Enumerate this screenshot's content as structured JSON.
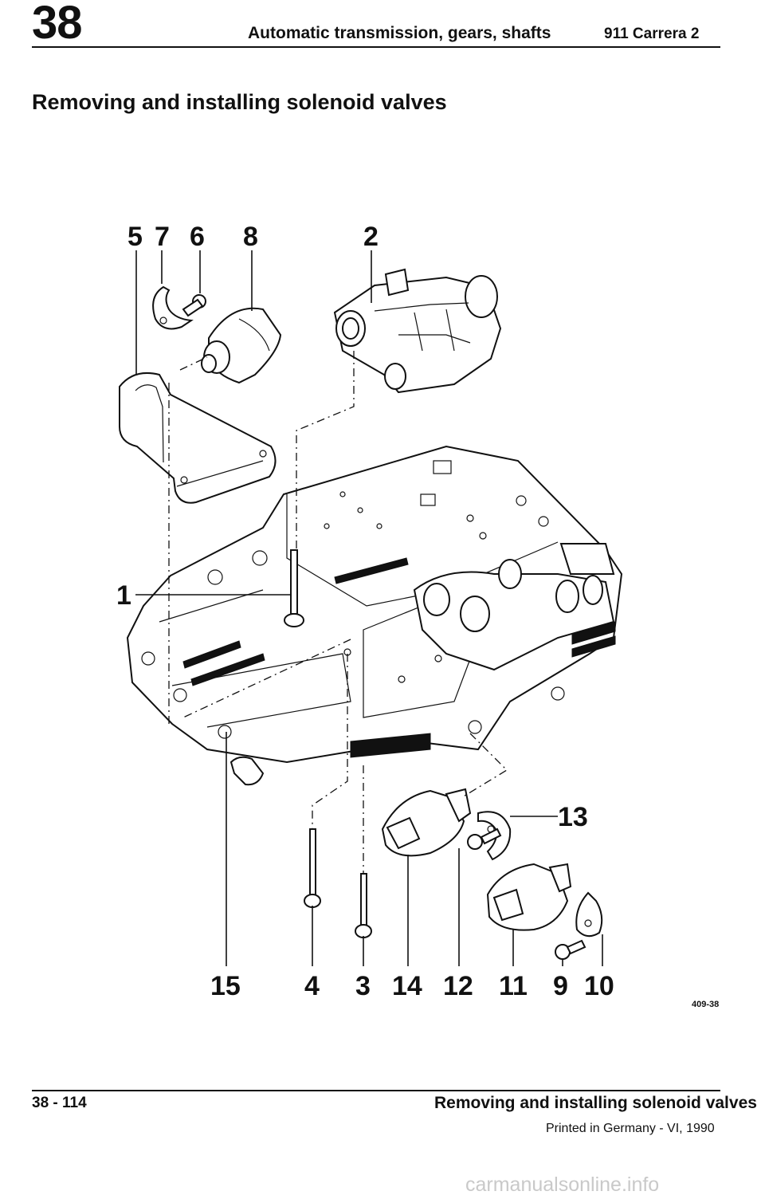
{
  "header": {
    "section_number": "38",
    "title": "Automatic transmission, gears, shafts",
    "model": "911 Carrera 2"
  },
  "page_heading": "Removing and installing solenoid valves",
  "diagram": {
    "callouts": {
      "c1": "1",
      "c2": "2",
      "c3": "3",
      "c4": "4",
      "c5": "5",
      "c6": "6",
      "c7": "7",
      "c8": "8",
      "c9": "9",
      "c10": "10",
      "c11": "11",
      "c12": "12",
      "c13": "13",
      "c14": "14",
      "c15": "15"
    },
    "figure_ref": "409-38"
  },
  "footer": {
    "page_number": "38 - 114",
    "title": "Removing and installing solenoid valves",
    "printed": "Printed in Germany - VI, 1990"
  },
  "watermark": "carmanualsonline.info"
}
